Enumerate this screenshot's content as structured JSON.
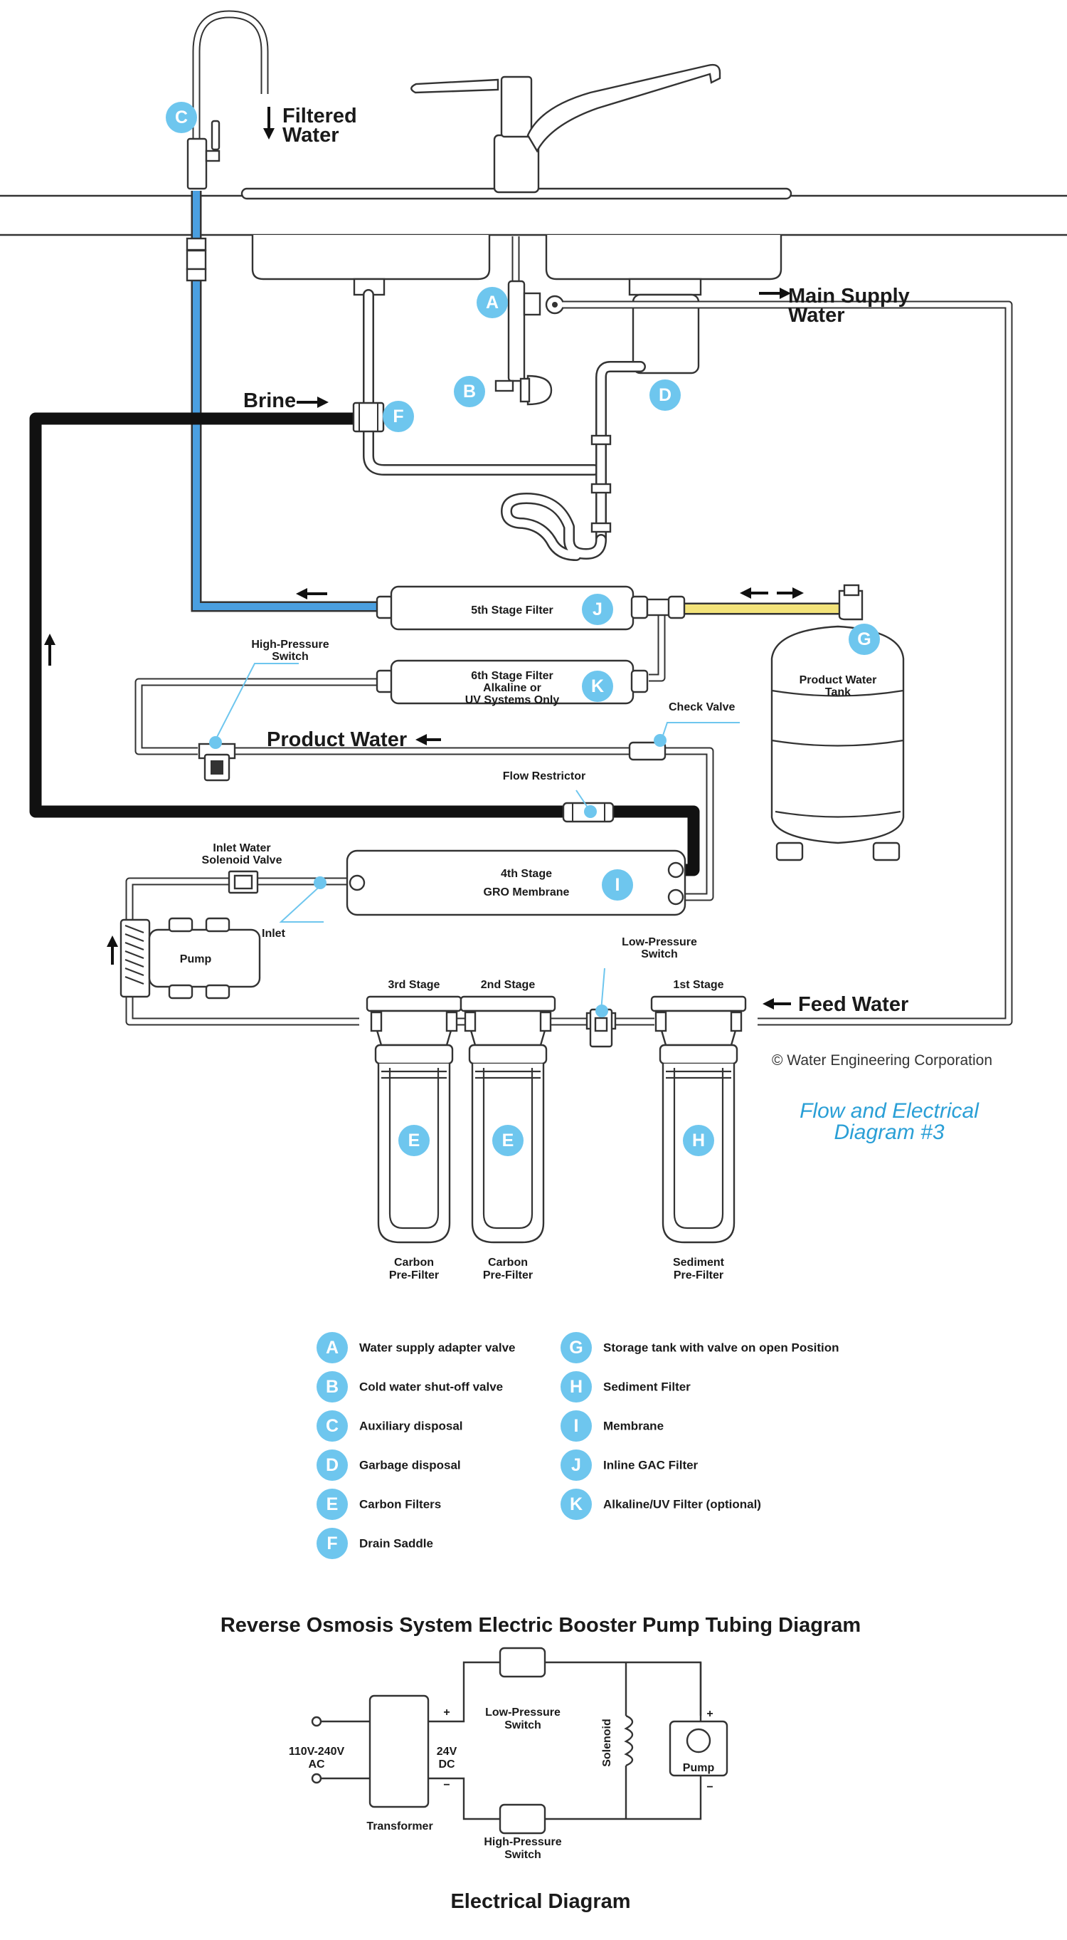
{
  "colors": {
    "accent": "#6ec6ee",
    "filtered_tube": "#4a9fe0",
    "tank_tube": "#f3e37a",
    "brine_tube": "#111111",
    "caption": "#2a9fd6"
  },
  "labels": {
    "filtered_water": "Filtered\nWater",
    "main_supply_water": "Main Supply\nWater",
    "brine": "Brine",
    "stage5": "5th Stage Filter",
    "stage6": "6th Stage Filter\nAlkaline or\nUV Systems Only",
    "product_water_tank": "Product Water\nTank",
    "high_pressure_switch": "High-Pressure\nSwitch",
    "product_water": "Product Water",
    "check_valve": "Check Valve",
    "flow_restrictor": "Flow Restrictor",
    "inlet_solenoid": "Inlet Water\nSolenoid Valve",
    "stage4": "4th Stage\nGRO Membrane",
    "inlet": "Inlet",
    "pump": "Pump",
    "low_pressure_switch": "Low-Pressure\nSwitch",
    "stage3": "3rd Stage",
    "stage2": "2nd Stage",
    "stage1": "1st Stage",
    "feed_water": "Feed Water",
    "copyright": "© Water Engineering Corporation",
    "caption": "Flow and Electrical\nDiagram #3",
    "carbon_prefilter": "Carbon\nPre-Filter",
    "sediment_prefilter": "Sediment\nPre-Filter"
  },
  "markers": {
    "A": "A",
    "B": "B",
    "C": "C",
    "D": "D",
    "E": "E",
    "F": "F",
    "G": "G",
    "H": "H",
    "I": "I",
    "J": "J",
    "K": "K"
  },
  "legend": [
    {
      "letter": "A",
      "text": "Water supply adapter valve"
    },
    {
      "letter": "B",
      "text": "Cold water shut-off valve"
    },
    {
      "letter": "C",
      "text": "Auxiliary disposal"
    },
    {
      "letter": "D",
      "text": "Garbage disposal"
    },
    {
      "letter": "E",
      "text": "Carbon Filters"
    },
    {
      "letter": "F",
      "text": "Drain Saddle"
    },
    {
      "letter": "G",
      "text": "Storage tank with valve on open Position"
    },
    {
      "letter": "H",
      "text": "Sediment Filter"
    },
    {
      "letter": "I",
      "text": "Membrane"
    },
    {
      "letter": "J",
      "text": "Inline GAC Filter"
    },
    {
      "letter": "K",
      "text": "Alkaline/UV Filter (optional)"
    }
  ],
  "title": "Reverse Osmosis System Electric Booster Pump Tubing Diagram",
  "electrical": {
    "title": "Electrical Diagram",
    "ac": "110V-240V\nAC",
    "dc": "24V\nDC",
    "transformer": "Transformer",
    "low_pressure_switch": "Low-Pressure\nSwitch",
    "high_pressure_switch": "High-Pressure\nSwitch",
    "solenoid": "Solenoid",
    "pump": "Pump",
    "plus": "+",
    "minus": "−"
  }
}
